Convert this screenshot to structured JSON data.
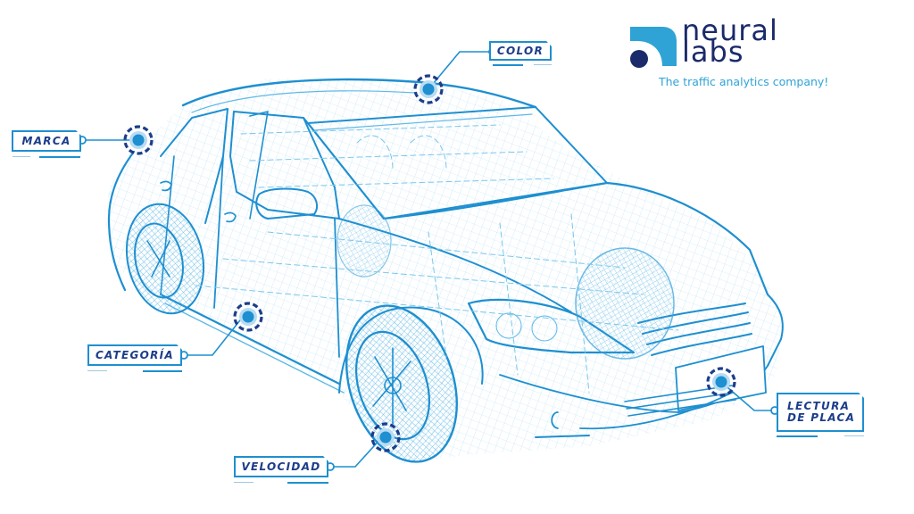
{
  "brand": {
    "name_line1": "neural",
    "name_line2": "labs",
    "tagline": "The traffic analytics company!",
    "colors": {
      "navy": "#1b2a6b",
      "cyan": "#2fa3d6",
      "wire": "#1e8fd0",
      "wire_light": "#5fb8e6",
      "hotspot_dark": "#1c3d8a"
    }
  },
  "callouts": [
    {
      "id": "color",
      "label": "COLOR",
      "icon": "target-hotspot-icon"
    },
    {
      "id": "marca",
      "label": "MARCA",
      "icon": "target-hotspot-icon"
    },
    {
      "id": "categoria",
      "label": "CATEGORÍA",
      "icon": "target-hotspot-icon"
    },
    {
      "id": "velocidad",
      "label": "VELOCIDAD",
      "icon": "target-hotspot-icon"
    },
    {
      "id": "lectura_placa",
      "label_line1": "LECTURA",
      "label_line2": "DE PLACA",
      "icon": "target-hotspot-icon"
    }
  ],
  "illustration": {
    "subject": "car-wireframe"
  }
}
